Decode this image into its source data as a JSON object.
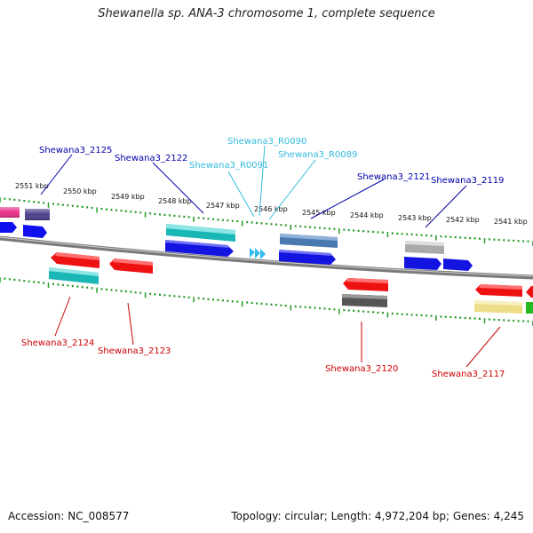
{
  "title": "Shewanella sp. ANA-3 chromosome 1, complete sequence",
  "footer": {
    "accession": "Accession: NC_008577",
    "summary": "Topology: circular; Length: 4,972,204 bp; Genes: 4,245"
  },
  "colors": {
    "forward_label": "#0000aa",
    "reverse_label": "#cc0000",
    "rna_label": "#33bbdd",
    "ticks": "#229922",
    "backbone": "#888888"
  },
  "ruler": [
    "2551 kbp",
    "2550 kbp",
    "2549 kbp",
    "2548 kbp",
    "2547 kbp",
    "2546 kbp",
    "2545 kbp",
    "2544 kbp",
    "2543 kbp",
    "2542 kbp",
    "2541 kbp"
  ],
  "labels": {
    "forward": [
      "Shewana3_2125",
      "Shewana3_2122",
      "Shewana3_2121",
      "Shewana3_2119"
    ],
    "rna": [
      "Shewana3_R0090",
      "Shewana3_R0091",
      "Shewana3_R0089"
    ],
    "reverse": [
      "Shewana3_2124",
      "Shewana3_2123",
      "Shewana3_2120",
      "Shewana3_2117"
    ]
  }
}
